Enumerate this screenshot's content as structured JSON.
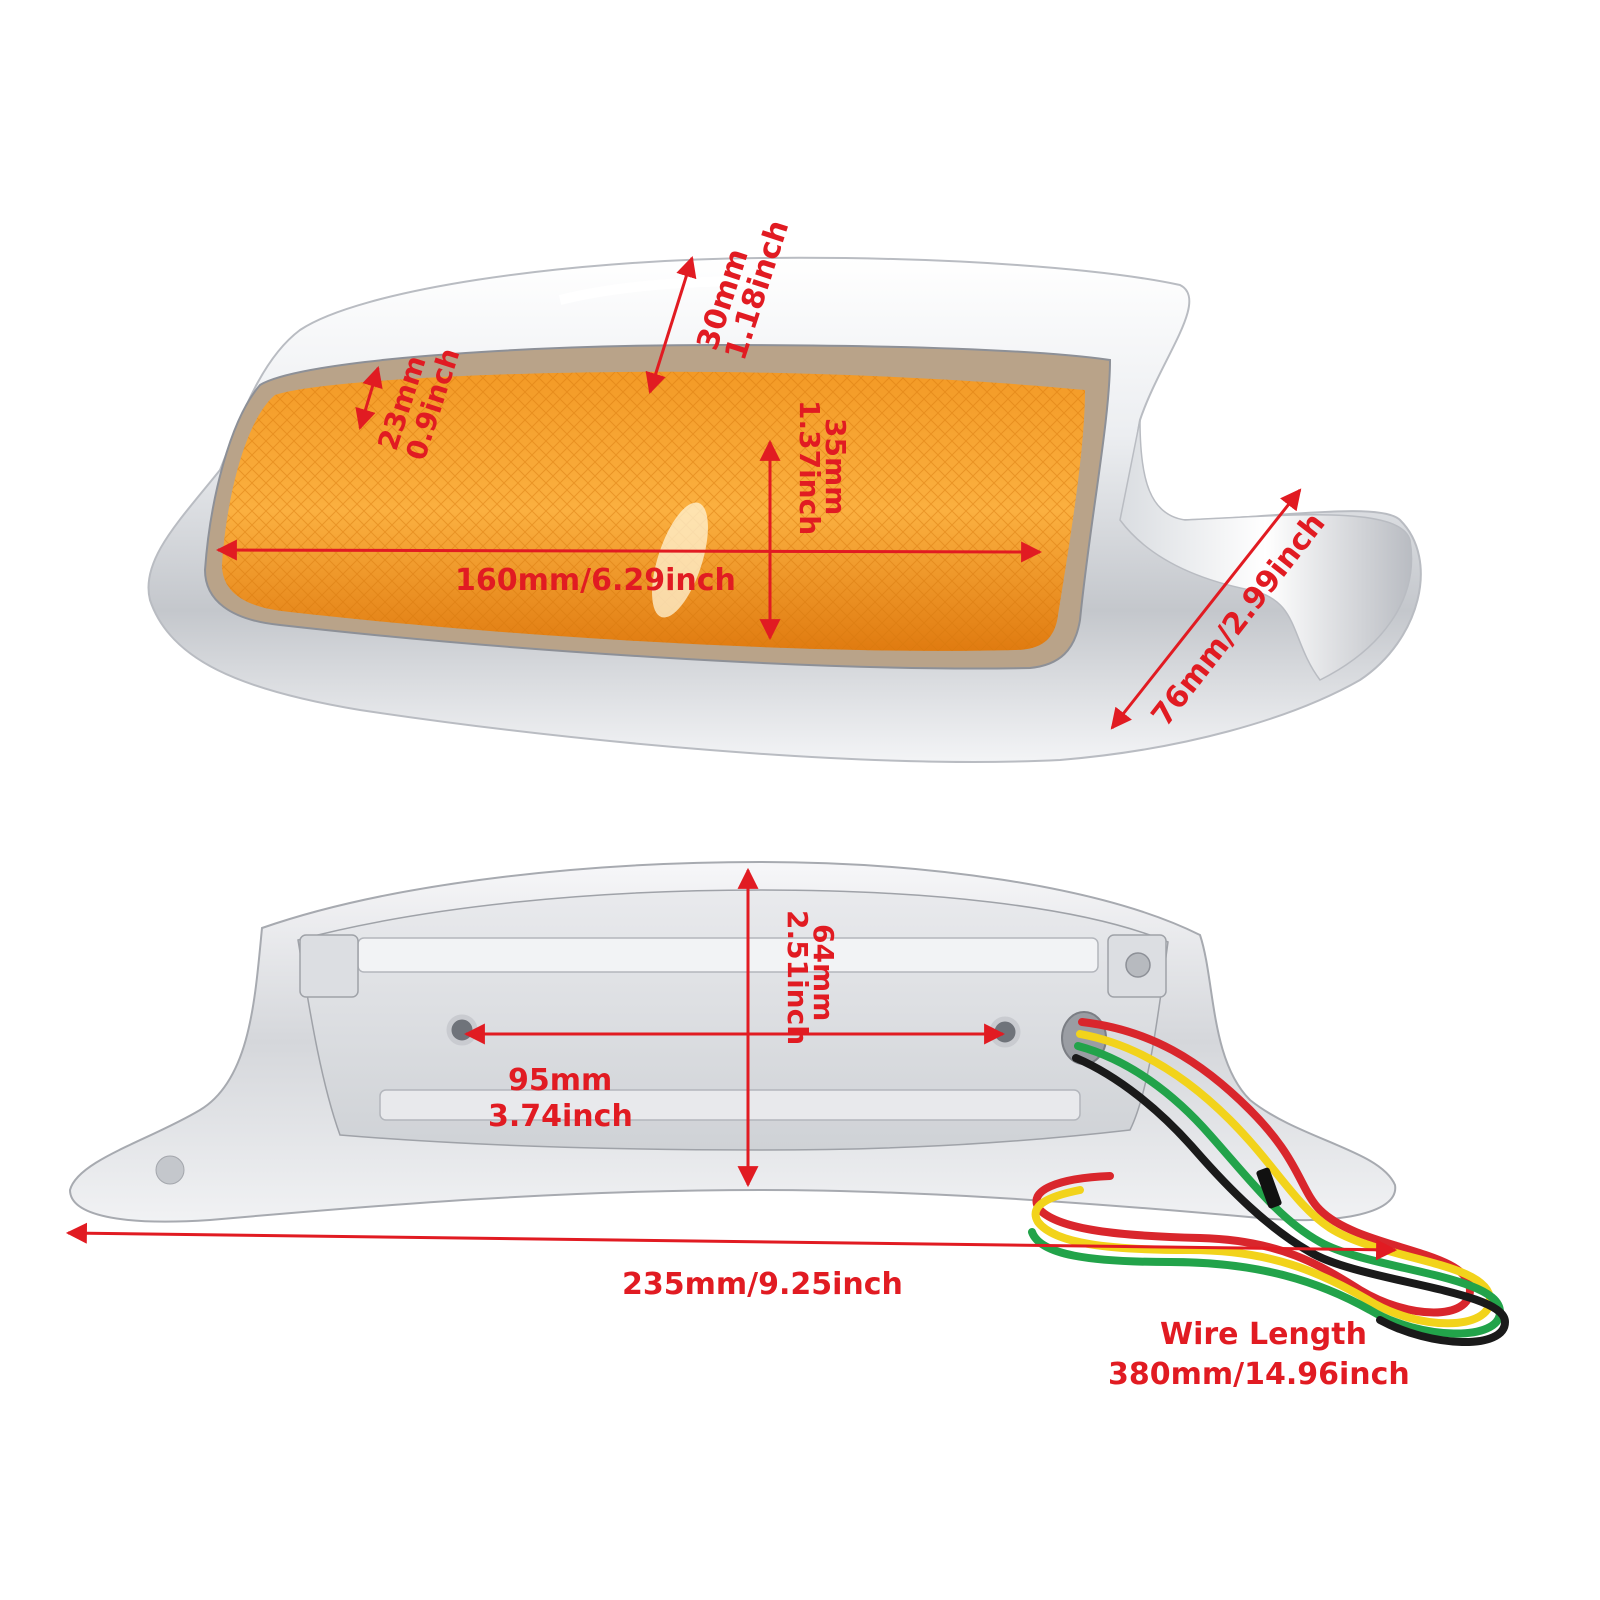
{
  "colors": {
    "dimension": "#e11b22",
    "chrome_light": "#f4f4f6",
    "chrome_mid": "#c9cbd0",
    "chrome_dark": "#8d9097",
    "lens_light": "#fbb040",
    "lens_dark": "#e07b10",
    "wire_red": "#d9262c",
    "wire_yellow": "#f2d31b",
    "wire_green": "#22a34a",
    "wire_black": "#1a1a1a"
  },
  "top_view": {
    "height_top": {
      "mm": "30mm",
      "inch": "1.18inch"
    },
    "lens_lip": {
      "mm": "23mm",
      "inch": "0.9inch"
    },
    "lens_height": {
      "mm": "35mm",
      "inch": "1.37inch"
    },
    "lens_width": "160mm/6.29inch",
    "depth": "76mm/2.99inch"
  },
  "bottom_view": {
    "mount_height": {
      "mm": "64mm",
      "inch": "2.51inch"
    },
    "hole_spacing": {
      "mm": "95mm",
      "inch": "3.74inch"
    },
    "overall_width": "235mm/9.25inch",
    "wire_length": {
      "label": "Wire Length",
      "value": "380mm/14.96inch"
    }
  },
  "icons": [
    "dimension-arrow-icon"
  ]
}
